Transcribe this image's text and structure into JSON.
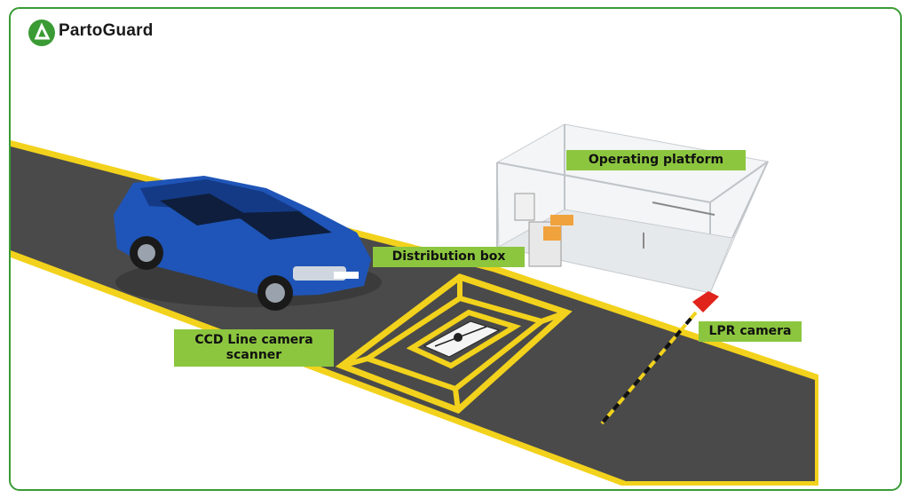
{
  "brand": {
    "name": "PartoGuard",
    "color": "#3a9b35"
  },
  "labels": {
    "operating_platform": "Operating platform",
    "distribution_box": "Distribution box",
    "ccd_line_1": "CCD Line camera",
    "ccd_line_2": "scanner",
    "lpr_camera": "LPR camera"
  },
  "colors": {
    "label_bg": "#8cc63f",
    "road": "#4a4a4a",
    "road_edge": "#f2d21c",
    "car": "#1f55b8",
    "barrier": "#e0231b"
  }
}
